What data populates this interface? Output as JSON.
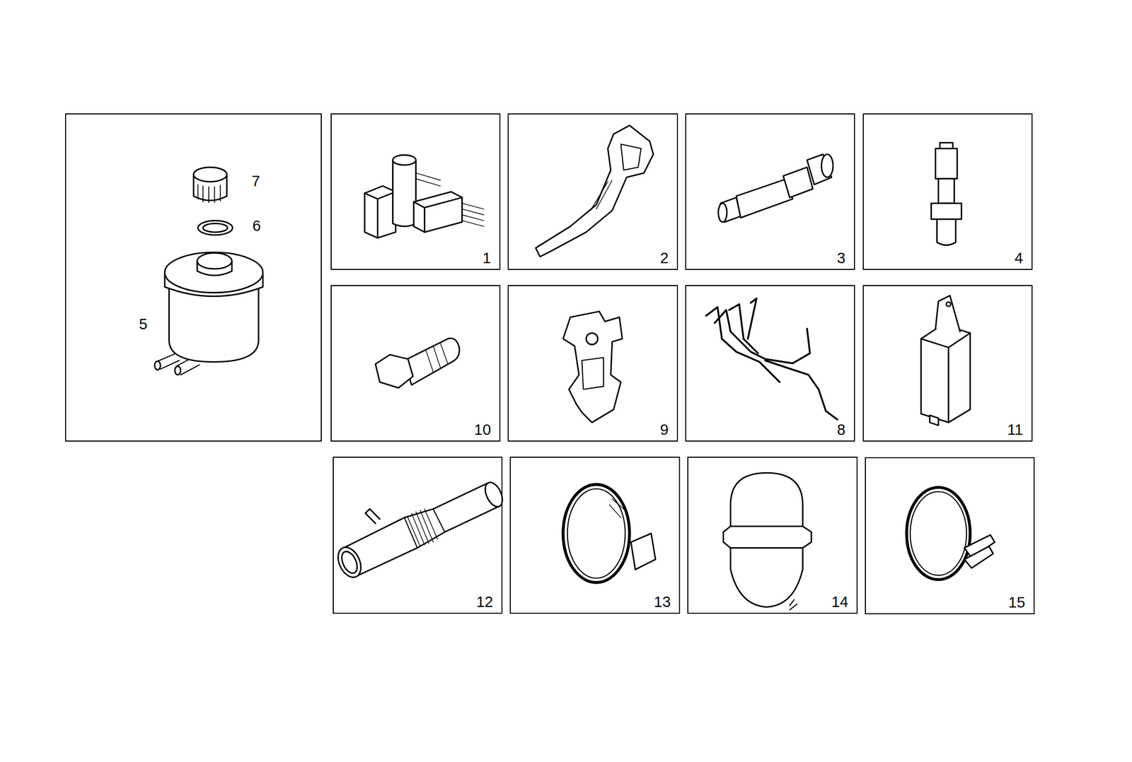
{
  "diagram": {
    "nodes": [
      {
        "text": [
          "7",
          "6",
          "5"
        ]
      },
      {
        "text": [
          "1"
        ]
      },
      {
        "text": [
          "2"
        ]
      },
      {
        "text": [
          "3"
        ]
      },
      {
        "text": [
          "4"
        ]
      },
      {
        "text": [
          "10"
        ]
      },
      {
        "text": [
          "9"
        ]
      },
      {
        "text": [
          "8"
        ]
      },
      {
        "text": [
          "11"
        ]
      },
      {
        "text": [
          "12"
        ]
      },
      {
        "text": [
          "13"
        ]
      },
      {
        "text": [
          "14"
        ]
      },
      {
        "text": [
          "15"
        ]
      }
    ]
  }
}
